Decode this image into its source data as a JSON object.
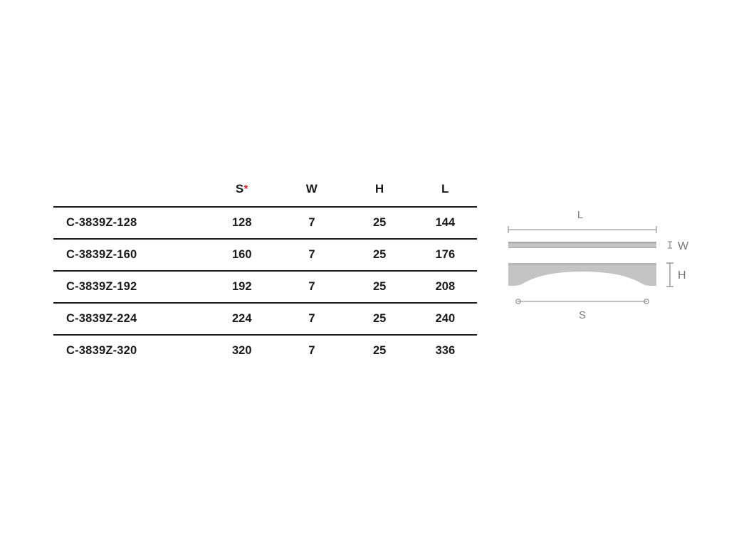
{
  "table": {
    "headers": [
      {
        "key": "model",
        "label": "",
        "required_mark": ""
      },
      {
        "key": "s",
        "label": "S",
        "required_mark": "*"
      },
      {
        "key": "w",
        "label": "W",
        "required_mark": ""
      },
      {
        "key": "h",
        "label": "H",
        "required_mark": ""
      },
      {
        "key": "l",
        "label": "L",
        "required_mark": ""
      }
    ],
    "rows": [
      {
        "model": "C-3839Z-128",
        "s": "128",
        "w": "7",
        "h": "25",
        "l": "144"
      },
      {
        "model": "C-3839Z-160",
        "s": "160",
        "w": "7",
        "h": "25",
        "l": "176"
      },
      {
        "model": "C-3839Z-192",
        "s": "192",
        "w": "7",
        "h": "25",
        "l": "208"
      },
      {
        "model": "C-3839Z-224",
        "s": "224",
        "w": "7",
        "h": "25",
        "l": "240"
      },
      {
        "model": "C-3839Z-320",
        "s": "320",
        "w": "7",
        "h": "25",
        "l": "336"
      }
    ]
  },
  "drawing": {
    "labels": {
      "length": "L",
      "width": "W",
      "height": "H",
      "center_distance": "S"
    },
    "colors": {
      "handle_fill": "#c4c4c4",
      "handle_edge": "#a8a8a8",
      "dimension_line": "#8d8d8d",
      "label_text": "#7a7a7a"
    }
  },
  "colors": {
    "background": "#ffffff",
    "text": "#1a1a1a",
    "rule": "#1a1a1a",
    "accent_required": "#d8232a"
  }
}
